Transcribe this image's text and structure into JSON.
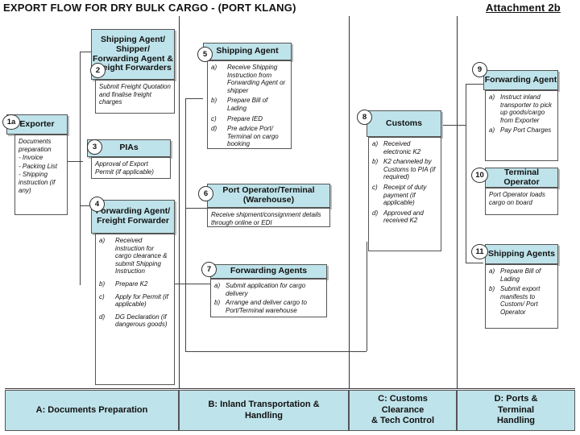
{
  "title": "EXPORT FLOW FOR DRY BULK CARGO -  (PORT KLANG)",
  "attachment": "Attachment  2b",
  "phases": [
    "A: Documents Preparation",
    "B: Inland Transportation &\nHandling",
    "C: Customs\nClearance\n& Tech Control",
    "D: Ports &\nTerminal\nHandling"
  ],
  "boxes": {
    "exporter": {
      "num": "1a",
      "title": "Exporter",
      "lines": [
        "Documents preparation",
        "- Invoice",
        "- Packing List",
        "- Shipping instruction (if any)"
      ]
    },
    "shipping_agent_2": {
      "num": "2",
      "title": "Shipping Agent/ Shipper/ Forwarding Agent & Freight Forwarders",
      "text": "Submit Freight Quotation and finalise freight charges"
    },
    "pias": {
      "num": "3",
      "title": "PIAs",
      "text": "Approval of Export Permit (if applicable)"
    },
    "forwarding_agent_4": {
      "num": "4",
      "title": "Forwarding Agent/ Freight Forwarder",
      "items": [
        {
          "m": "a)",
          "t": "Received instruction for cargo clearance & submit Shipping Instruction"
        },
        {
          "m": "b)",
          "t": "Prepare K2"
        },
        {
          "m": "c)",
          "t": "Apply for Permit (if applicable)"
        },
        {
          "m": "d)",
          "t": "DG Declaration (if dangerous goods)"
        }
      ]
    },
    "shipping_agent_5": {
      "num": "5",
      "title": "Shipping Agent",
      "items": [
        {
          "m": "a)",
          "t": "Receive Shipping Instruction from Forwarding Agent or shipper"
        },
        {
          "m": "b)",
          "t": "Prepare Bill of Lading"
        },
        {
          "m": "c)",
          "t": "Prepare IED"
        },
        {
          "m": "d)",
          "t": "Pre advice Port/ Terminal on cargo booking"
        }
      ]
    },
    "port_operator_6": {
      "num": "6",
      "title": "Port Operator/Terminal (Warehouse)",
      "text": "Receive shipment/consignment details through online or EDI"
    },
    "forwarding_agents_7": {
      "num": "7",
      "title": "Forwarding Agents",
      "items": [
        {
          "m": "a)",
          "t": "Submit application for cargo delivery"
        },
        {
          "m": "b)",
          "t": "Arrange and deliver cargo to Port/Terminal warehouse"
        }
      ]
    },
    "customs_8": {
      "num": "8",
      "title": "Customs",
      "items": [
        {
          "m": "a)",
          "t": "Received electronic K2"
        },
        {
          "m": "b)",
          "t": "K2 channeled by Customs to PIA (if required)"
        },
        {
          "m": "c)",
          "t": "Receipt of duty payment (if applicable)"
        },
        {
          "m": "d)",
          "t": "Approved and received K2"
        }
      ]
    },
    "forwarding_agent_9": {
      "num": "9",
      "title": "Forwarding Agent",
      "items": [
        {
          "m": "a)",
          "t": "Instruct inland transporter to pick up goods/cargo from Exporter"
        },
        {
          "m": "a)",
          "t": "Pay Port Charges"
        }
      ]
    },
    "terminal_operator_10": {
      "num": "10",
      "title": "Terminal Operator",
      "text": "Port Operator loads cargo on board"
    },
    "shipping_agents_11": {
      "num": "11",
      "title": "Shipping Agents",
      "items": [
        {
          "m": "a)",
          "t": "Prepare Bill of Lading"
        },
        {
          "m": "b)",
          "t": "Submit export manifests to Custom/ Port Operator"
        }
      ]
    }
  }
}
